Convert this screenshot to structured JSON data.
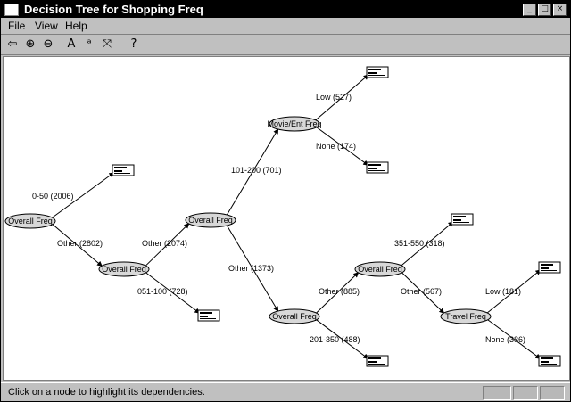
{
  "window": {
    "title": "Decision Tree for Shopping Freq"
  },
  "title_buttons": [
    {
      "name": "minimize-button",
      "glyph": "_"
    },
    {
      "name": "maximize-button",
      "glyph": "□"
    },
    {
      "name": "close-button",
      "glyph": "×"
    }
  ],
  "menu": [
    "File",
    "View",
    "Help"
  ],
  "toolbar": [
    {
      "name": "back-icon",
      "glyph": "⇦"
    },
    {
      "name": "zoom-in-icon",
      "glyph": "⊕"
    },
    {
      "name": "zoom-out-icon",
      "glyph": "⊖"
    },
    {
      "name": "font-increase-icon",
      "glyph": "A"
    },
    {
      "name": "font-decrease-icon",
      "glyph": "ᵃ"
    },
    {
      "name": "fit-window-icon",
      "glyph": "⤧"
    },
    {
      "name": "help-icon",
      "glyph": "?"
    }
  ],
  "tree": {
    "nodes": [
      {
        "id": "n1",
        "label": "Overall Freq",
        "type": "split"
      },
      {
        "id": "n2",
        "label": "Overall Freq",
        "type": "split"
      },
      {
        "id": "n3",
        "label": "Overall Freq",
        "type": "split"
      },
      {
        "id": "n4",
        "label": "Movie/Ent Freq",
        "type": "split"
      },
      {
        "id": "n5",
        "label": "Overall Freq",
        "type": "split"
      },
      {
        "id": "n6",
        "label": "Overall Freq",
        "type": "split"
      },
      {
        "id": "n7",
        "label": "Travel Freq",
        "type": "split"
      },
      {
        "id": "l1",
        "type": "leaf"
      },
      {
        "id": "l2",
        "type": "leaf"
      },
      {
        "id": "l3",
        "type": "leaf"
      },
      {
        "id": "l4",
        "type": "leaf"
      },
      {
        "id": "l5",
        "type": "leaf"
      },
      {
        "id": "l6",
        "type": "leaf"
      },
      {
        "id": "l7",
        "type": "leaf"
      }
    ],
    "edges": [
      {
        "from": "n1",
        "to": "l1",
        "label": "0-50 (2006)"
      },
      {
        "from": "n1",
        "to": "n2",
        "label": "Other (2802)"
      },
      {
        "from": "n2",
        "to": "n3",
        "label": "Other (2074)"
      },
      {
        "from": "n2",
        "to": "l2",
        "label": "051-100 (728)"
      },
      {
        "from": "n3",
        "to": "n4",
        "label": "101-200 (701)"
      },
      {
        "from": "n3",
        "to": "n5",
        "label": "Other (1373)"
      },
      {
        "from": "n4",
        "to": "l3",
        "label": "Low (527)"
      },
      {
        "from": "n4",
        "to": "l4",
        "label": "None (174)"
      },
      {
        "from": "n5",
        "to": "n6",
        "label": "Other (885)"
      },
      {
        "from": "n5",
        "to": "l5",
        "label": "201-350 (488)"
      },
      {
        "from": "n6",
        "to": "l6",
        "label": "351-550 (318)"
      },
      {
        "from": "n6",
        "to": "n7",
        "label": "Other (567)"
      },
      {
        "from": "n7",
        "to": "l7",
        "label": "Low (181)"
      },
      {
        "from": "n7",
        "to": "l8",
        "label": "None (386)"
      }
    ]
  },
  "status": {
    "text": "Click on a node to highlight its dependencies."
  }
}
